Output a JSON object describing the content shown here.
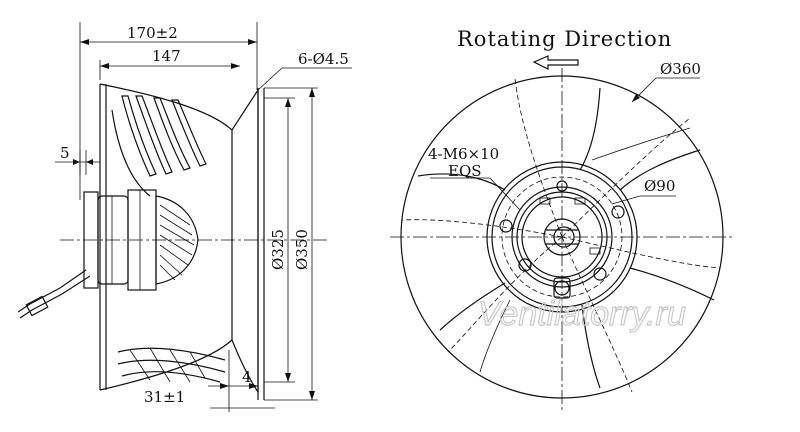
{
  "side_view": {
    "dim_overall_width": "170±2",
    "dim_inlet_depth": "147",
    "dim_mount_holes": "6-Ø4.5",
    "dim_offset": "5",
    "dim_ring_dia": "Ø325",
    "dim_outer_dia": "Ø350",
    "dim_flange_depth": "31±1",
    "dim_flange_thk": "4"
  },
  "front_view": {
    "title": "Rotating Direction",
    "dim_wheel_dia": "Ø360",
    "dim_hub_dia": "Ø90",
    "dim_screw_line1": "4-M6×10",
    "dim_screw_line2": "EQS"
  },
  "watermark": "Ventilatorry.ru"
}
